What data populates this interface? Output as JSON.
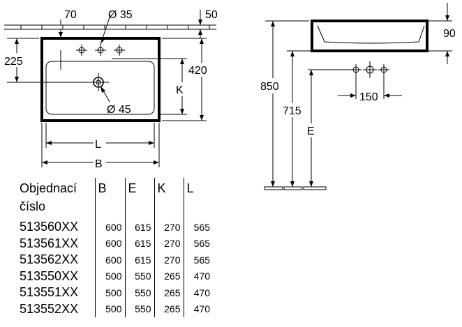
{
  "dimensions": {
    "d70": "70",
    "d35": "Ø 35",
    "d50": "50",
    "d225": "225",
    "d420": "420",
    "dK": "K",
    "d45": "Ø 45",
    "dL": "L",
    "dB": "B",
    "d90": "90",
    "d850": "850",
    "d715": "715",
    "d150": "150",
    "dE": "E"
  },
  "table": {
    "headers": [
      "Objednací\nčíslo",
      "B",
      "E",
      "K",
      "L"
    ],
    "rows": [
      [
        "513560XX",
        "600",
        "615",
        "270",
        "565"
      ],
      [
        "513561XX",
        "600",
        "615",
        "270",
        "565"
      ],
      [
        "513562XX",
        "600",
        "615",
        "270",
        "565"
      ],
      [
        "513550XX",
        "500",
        "550",
        "265",
        "470"
      ],
      [
        "513551XX",
        "500",
        "550",
        "265",
        "470"
      ],
      [
        "513552XX",
        "500",
        "550",
        "265",
        "470"
      ]
    ]
  }
}
